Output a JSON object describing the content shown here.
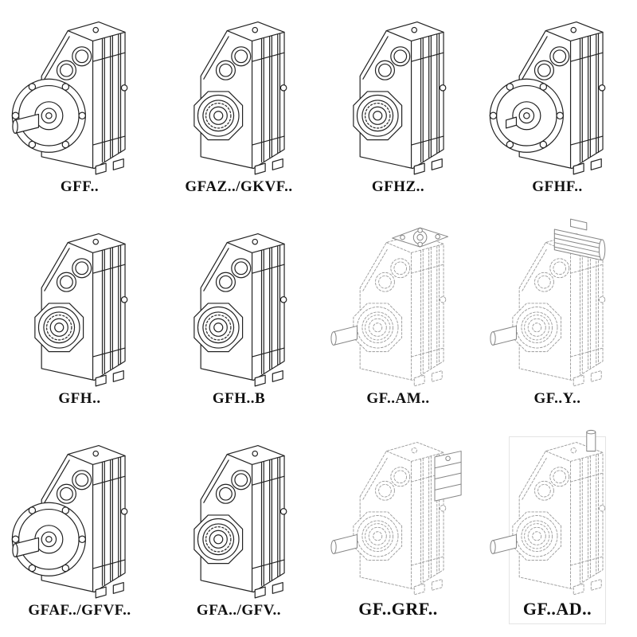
{
  "page": {
    "background": "#ffffff",
    "ink_color": "#222222",
    "dashed_color": "#9b9b9b"
  },
  "grid": {
    "cells": [
      {
        "label": "GFF..",
        "drawing": "#gb-f",
        "style": "solid"
      },
      {
        "label": "GFAZ../GKVF..",
        "drawing": "#gb-z",
        "style": "solid"
      },
      {
        "label": "GFHZ..",
        "drawing": "#gb-z",
        "style": "solid"
      },
      {
        "label": "GFHF..",
        "drawing": "#gb-hf",
        "style": "solid"
      },
      {
        "label": "GFH..",
        "drawing": "#gb-z",
        "style": "solid"
      },
      {
        "label": "GFH..B",
        "drawing": "#gb-z",
        "style": "solid"
      },
      {
        "label": "GF..AM..",
        "drawing": "#gb-am",
        "style": "dashed"
      },
      {
        "label": "GF..Y..",
        "drawing": "#gb-y",
        "style": "dashed"
      },
      {
        "label": "GFAF../GFVF..",
        "drawing": "#gb-f",
        "style": "solid"
      },
      {
        "label": "GFA../GFV..",
        "drawing": "#gb-z",
        "style": "solid"
      },
      {
        "label": "GF..GRF..",
        "drawing": "#gb-grf",
        "style": "dashed"
      },
      {
        "label": "GF..AD..",
        "drawing": "#gb-ad",
        "style": "dashed"
      }
    ]
  }
}
